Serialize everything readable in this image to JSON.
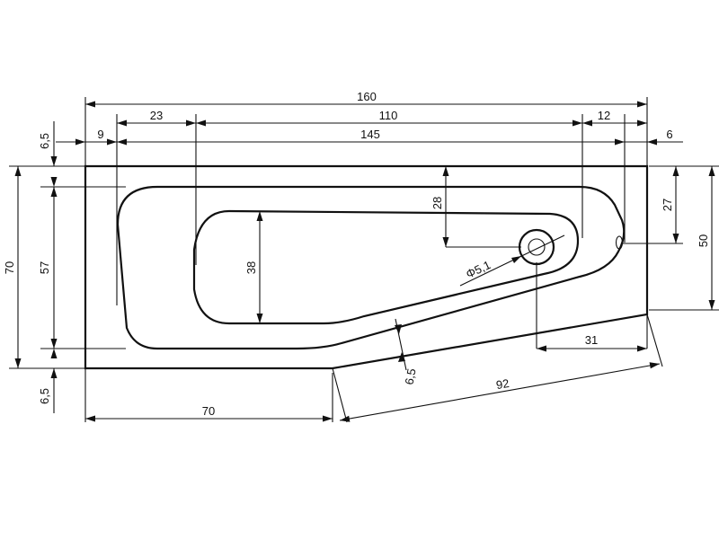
{
  "diagram": {
    "dimensions": {
      "overall_length": "160",
      "left_offset": "23",
      "inner_length": "110",
      "right_offset": "12",
      "rim_left": "9",
      "rim_length": "145",
      "rim_right": "6",
      "top_margin": "6,5",
      "bottom_margin": "6,5",
      "overall_width": "70",
      "inner_width": "57",
      "basin_width": "38",
      "drain_depth": "28",
      "right_depth": "27",
      "right_width": "50",
      "drain_diameter": "Φ5,1",
      "drain_offset": "31",
      "slant_length": "92",
      "slant_margin": "6,5",
      "bottom_left_length": "70"
    }
  }
}
